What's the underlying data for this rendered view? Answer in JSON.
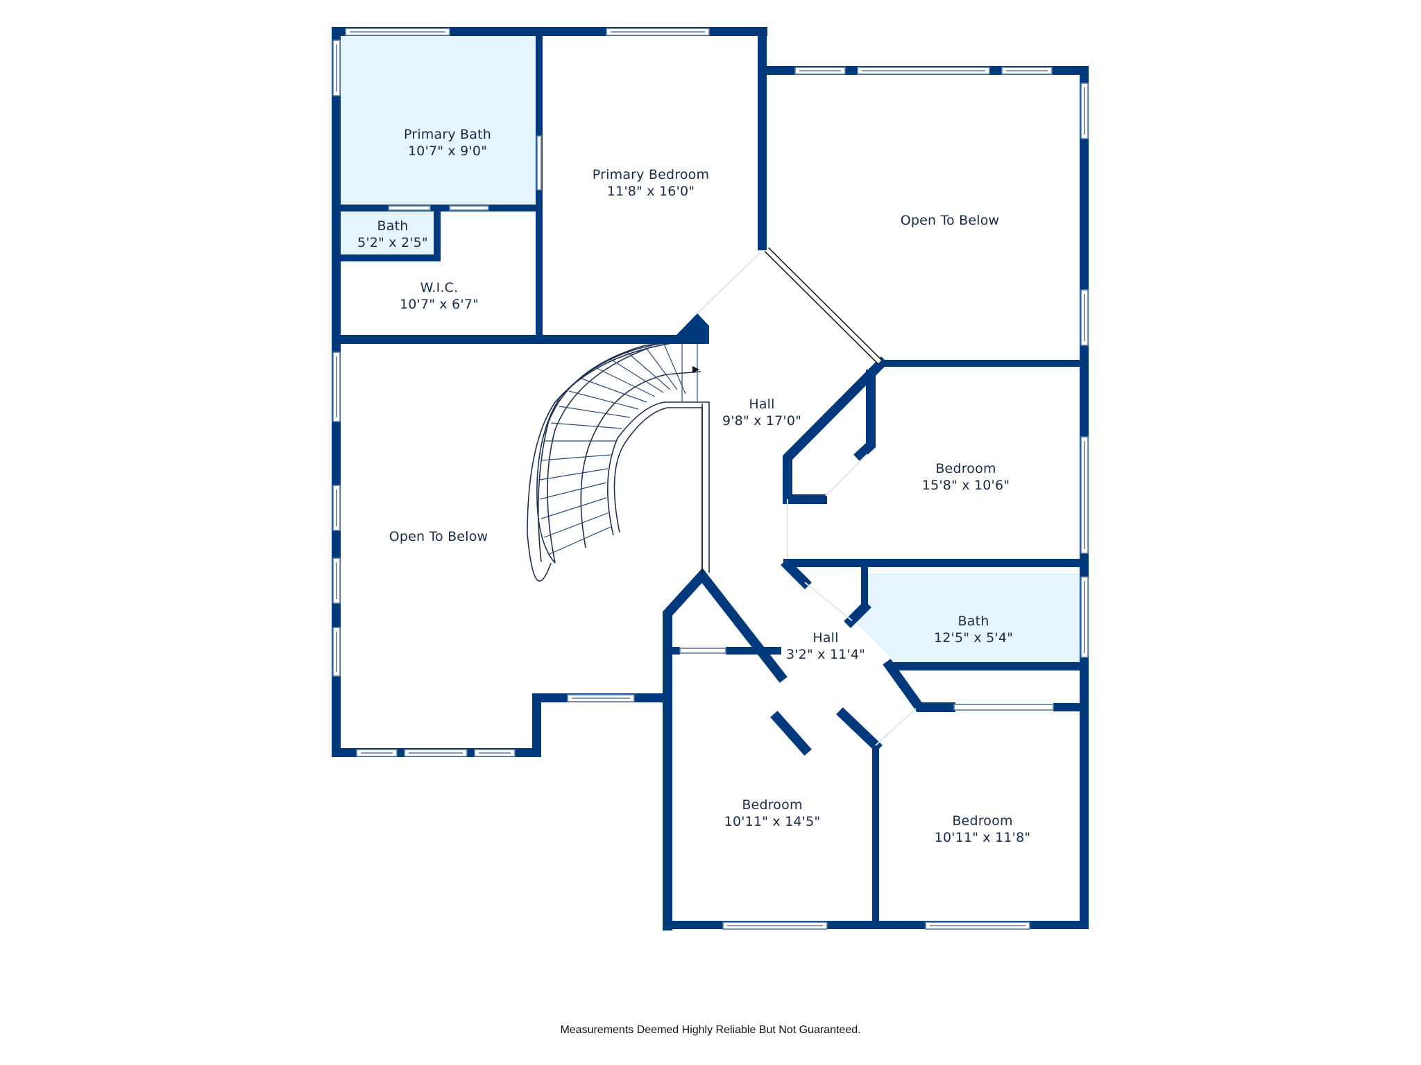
{
  "floor_plan": {
    "colors": {
      "wall": "#003a7d",
      "bath_fill": "#e6f4fd",
      "text": "#1a2a4a",
      "background": "#ffffff"
    },
    "rooms": [
      {
        "name": "Primary Bath",
        "dimensions": "10'7\" x 9'0\""
      },
      {
        "name": "Primary Bedroom",
        "dimensions": "11'8\" x 16'0\""
      },
      {
        "name": "Bath",
        "dimensions": "5'2\" x 2'5\""
      },
      {
        "name": "W.I.C.",
        "dimensions": "10'7\" x 6'7\""
      },
      {
        "name": "Open To Below",
        "dimensions": ""
      },
      {
        "name": "Open To Below",
        "dimensions": ""
      },
      {
        "name": "Hall",
        "dimensions": "9'8\" x 17'0\""
      },
      {
        "name": "Bedroom",
        "dimensions": "15'8\" x 10'6\""
      },
      {
        "name": "Bath",
        "dimensions": "12'5\" x 5'4\""
      },
      {
        "name": "Hall",
        "dimensions": "3'2\" x 11'4\""
      },
      {
        "name": "Bedroom",
        "dimensions": "10'11\" x 14'5\""
      },
      {
        "name": "Bedroom",
        "dimensions": "10'11\" x 11'8\""
      }
    ],
    "disclaimer": "Measurements Deemed Highly Reliable But Not Guaranteed."
  }
}
